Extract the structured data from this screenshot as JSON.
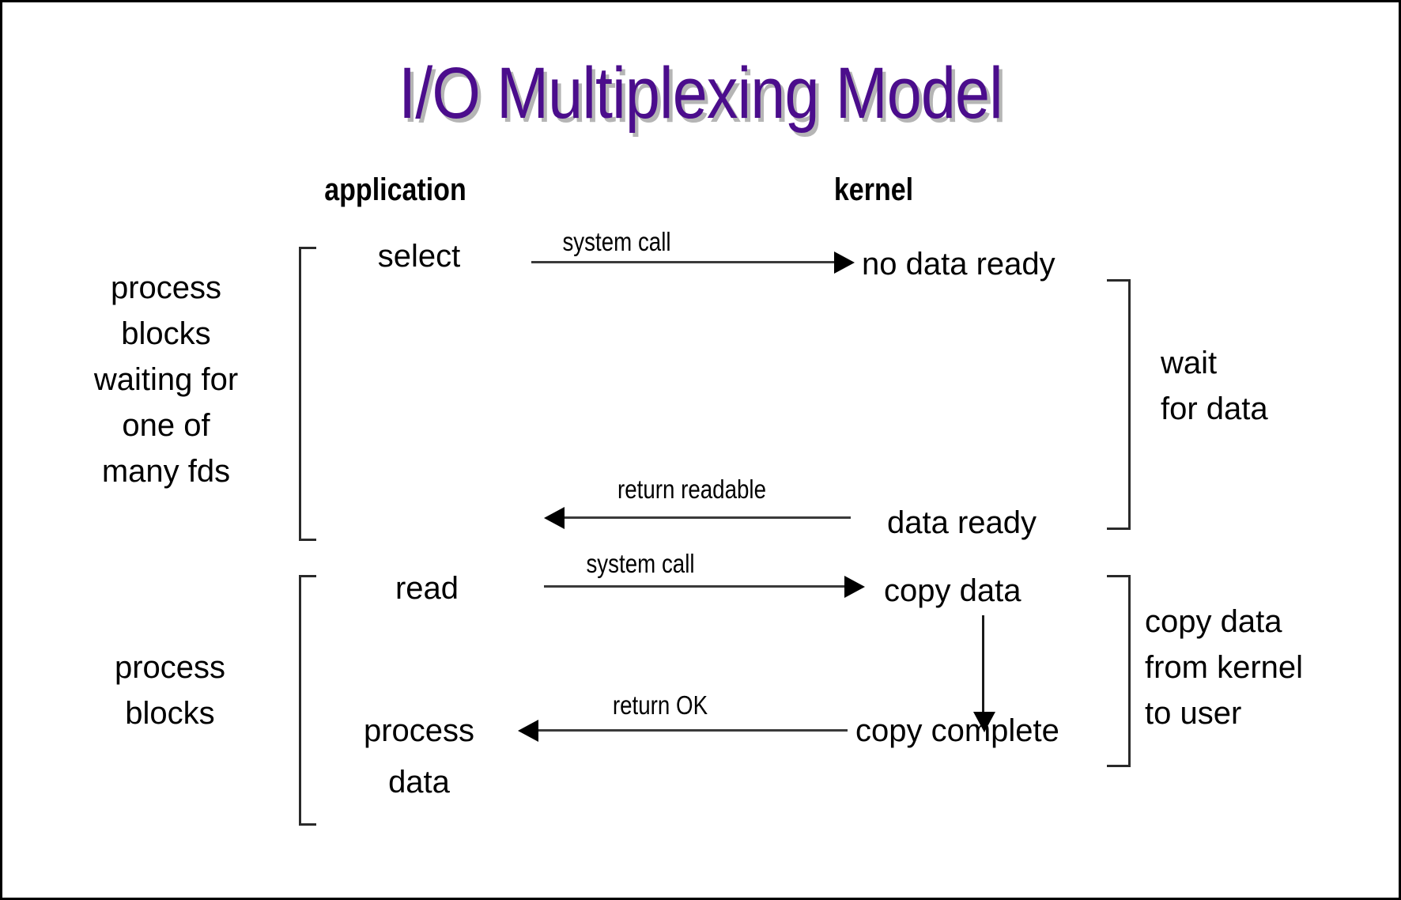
{
  "slide": {
    "title": "I/O Multiplexing Model",
    "title_color": "#4B0D8C",
    "background_color": "#FFFFFF",
    "text_color": "#000000"
  },
  "columns": {
    "application": "application",
    "kernel": "kernel"
  },
  "annotations": {
    "left_top": [
      "process",
      "blocks",
      "waiting for",
      "one of",
      "many fds"
    ],
    "left_bottom": [
      "process",
      "blocks"
    ],
    "right_top": [
      "wait",
      "for data"
    ],
    "right_bottom": [
      "copy data",
      "from kernel",
      "to user"
    ]
  },
  "steps": {
    "select": "select",
    "no_data_ready": "no data ready",
    "data_ready": "data ready",
    "read": "read",
    "copy_data": "copy data",
    "copy_complete": "copy complete",
    "process_data_line1": "process",
    "process_data_line2": "data"
  },
  "arrows": {
    "system_call_1": "system call",
    "return_readable": "return readable",
    "system_call_2": "system call",
    "return_ok": "return OK"
  }
}
